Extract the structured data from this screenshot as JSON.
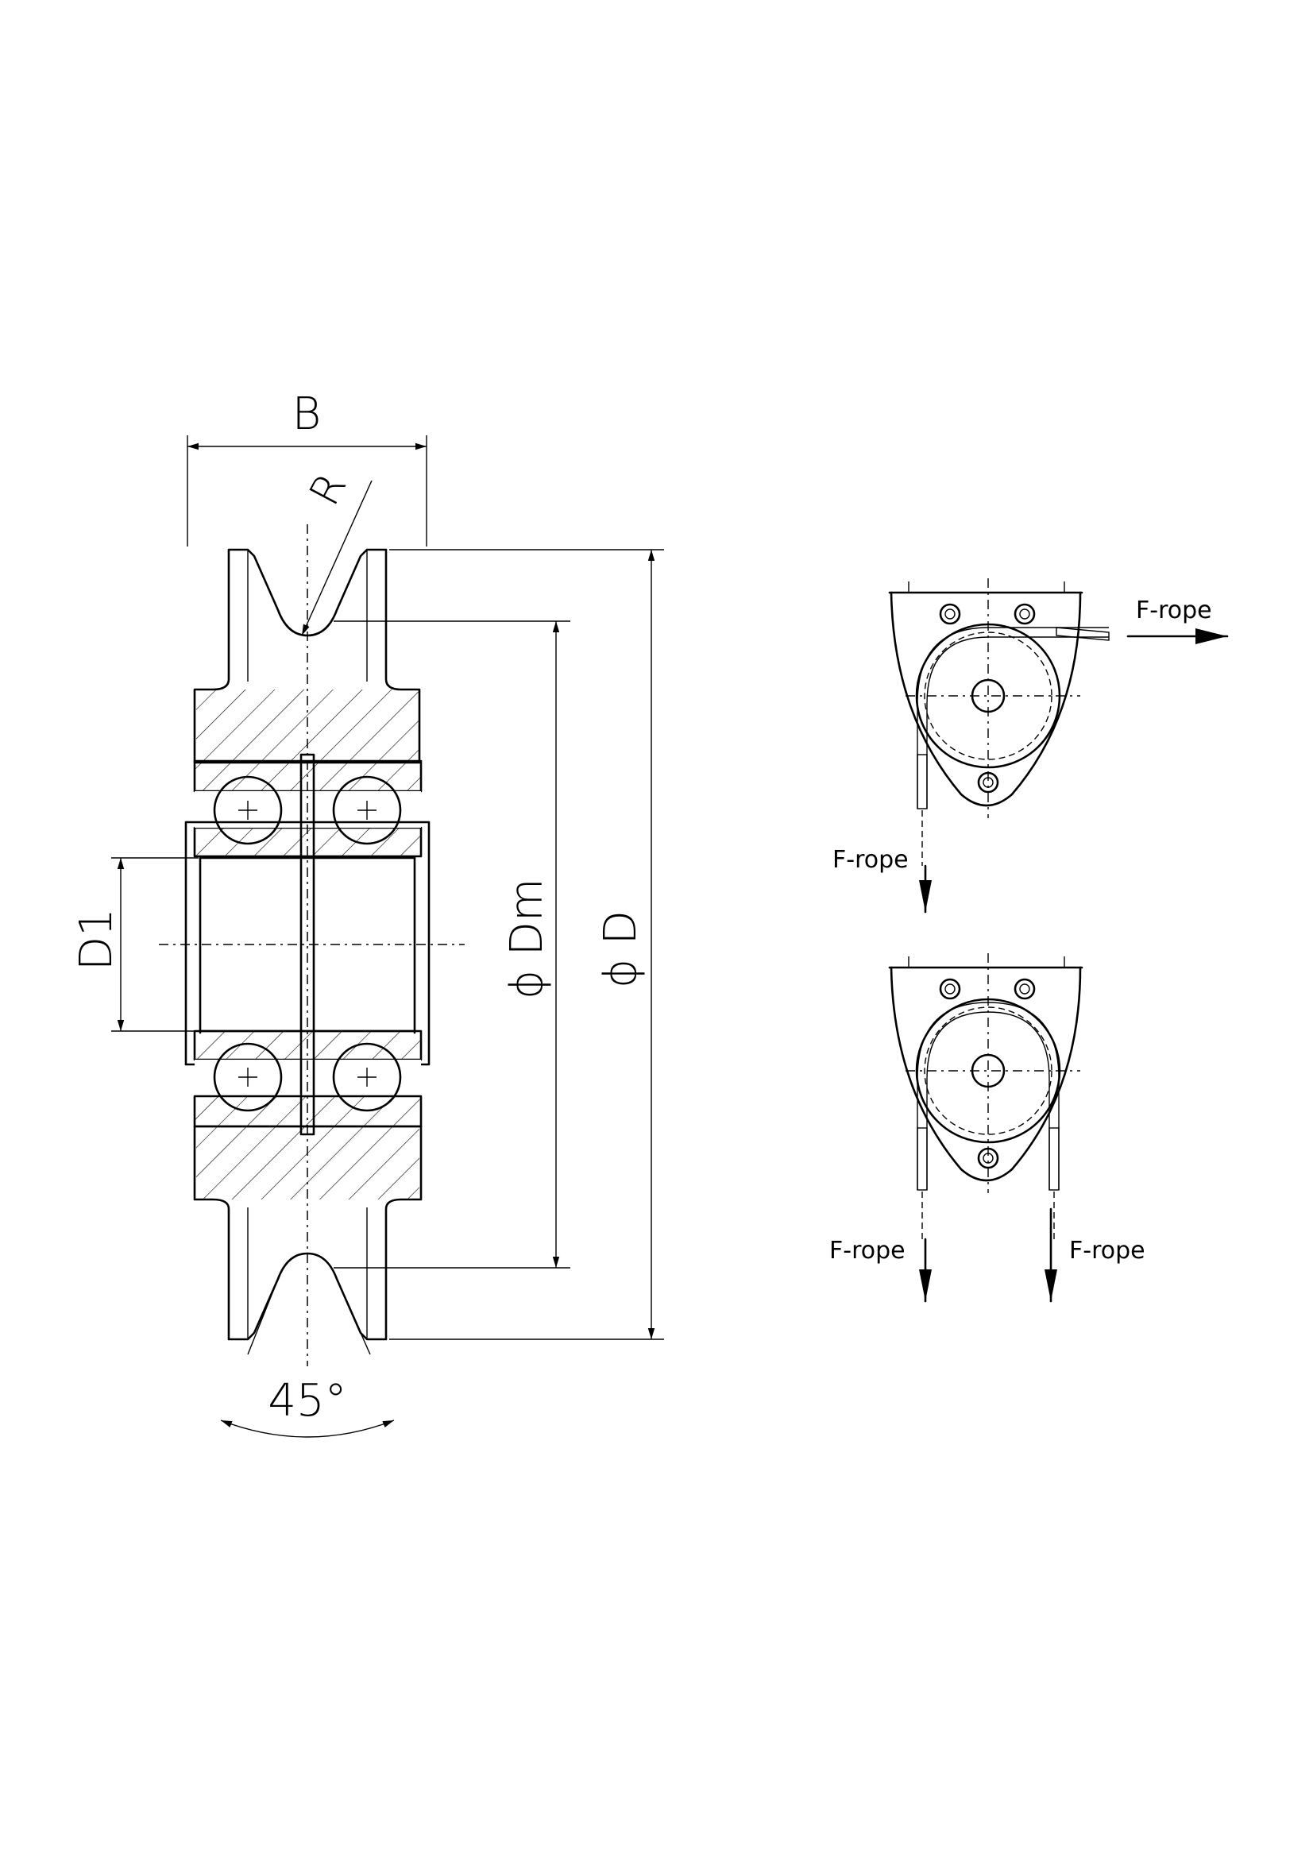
{
  "pulley": {
    "dim_width": "B",
    "dim_radius": "R",
    "dim_bore": "D1",
    "dim_mean_diameter": "ϕ Dm",
    "dim_outer_diameter": "ϕ D",
    "dim_angle": "45°"
  },
  "block_single_deflect": {
    "force_horizontal": "F-rope",
    "force_vertical": "F-rope"
  },
  "block_double_down": {
    "force_left": "F-rope",
    "force_right": "F-rope"
  }
}
